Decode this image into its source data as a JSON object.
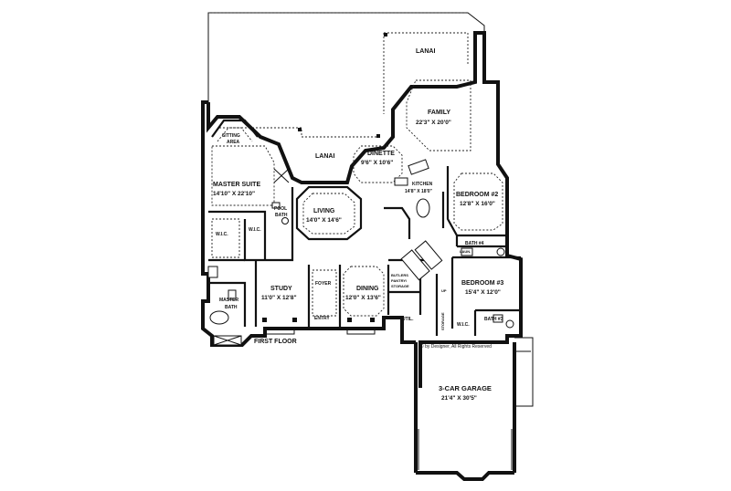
{
  "rooms": [
    {
      "id": "lanai-top",
      "name": "LANAI",
      "dims": ""
    },
    {
      "id": "lanai-main",
      "name": "LANAI",
      "dims": ""
    },
    {
      "id": "family",
      "name": "FAMILY",
      "dims": "22'3\" X 20'0\""
    },
    {
      "id": "sitting",
      "name": "SITTING AREA",
      "dims": ""
    },
    {
      "id": "master-suite",
      "name": "MASTER SUITE",
      "dims": "14'10\" X 22'10\""
    },
    {
      "id": "dinette",
      "name": "DINETTE",
      "dims": "9'6\" X 10'6\""
    },
    {
      "id": "kitchen",
      "name": "KITCHEN",
      "dims": "14'8\" X 18'0\""
    },
    {
      "id": "bedroom2",
      "name": "BEDROOM #2",
      "dims": "12'8\" X 16'0\""
    },
    {
      "id": "living",
      "name": "LIVING",
      "dims": "14'0\" X 14'6\""
    },
    {
      "id": "bath4",
      "name": "BATH #4",
      "dims": ""
    },
    {
      "id": "bedroom3",
      "name": "BEDROOM #3",
      "dims": "15'4\" X 12'0\""
    },
    {
      "id": "study",
      "name": "STUDY",
      "dims": "11'0\" X 12'8\""
    },
    {
      "id": "foyer",
      "name": "FOYER",
      "dims": ""
    },
    {
      "id": "dining",
      "name": "DINING",
      "dims": "12'0\" X 13'6\""
    },
    {
      "id": "master-bath",
      "name": "MASTER BATH",
      "dims": ""
    },
    {
      "id": "bath3",
      "name": "BATH #3",
      "dims": ""
    },
    {
      "id": "garage",
      "name": "3-CAR GARAGE",
      "dims": "21'4\" X 30'5\""
    }
  ],
  "small_labels": {
    "wic1": "W.I.C.",
    "wic2": "W.I.C.",
    "wic3": "W.I.C.",
    "pool_bath": "POOL BATH",
    "entry": "ENTRY",
    "util": "UTIL.",
    "butler": "BUTLERS PANTRY/ STORAGE",
    "laun": "LAUN.",
    "up": "UP",
    "storage": "STORAGE"
  },
  "caption": {
    "floor": "FIRST FLOOR",
    "copyright": "© by Designer, All Rights Reserved"
  }
}
